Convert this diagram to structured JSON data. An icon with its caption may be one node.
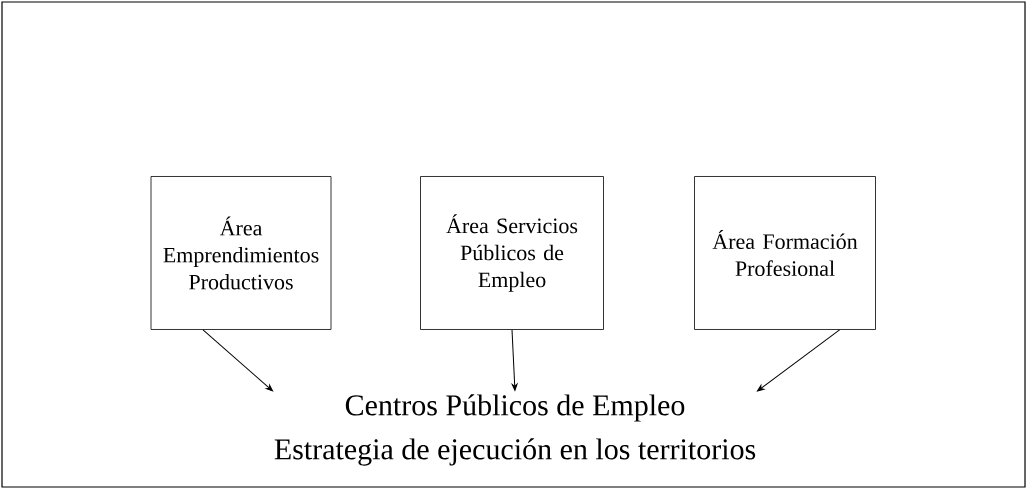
{
  "diagram": {
    "nodes": [
      {
        "text": [
          "Área Emprendimientos Productivos"
        ]
      },
      {
        "text": [
          "Área Servicios Públicos de Empleo"
        ]
      },
      {
        "text": [
          "Área Formación Profesional"
        ]
      },
      {
        "text": [
          "Centros Públicos de Empleo",
          "Estrategia de ejecución en los territorios"
        ]
      }
    ],
    "edges": [
      {
        "from": 0,
        "to": 3,
        "arrow": "to"
      },
      {
        "from": 1,
        "to": 3,
        "arrow": "to"
      },
      {
        "from": 2,
        "to": 3,
        "arrow": "to"
      }
    ]
  }
}
